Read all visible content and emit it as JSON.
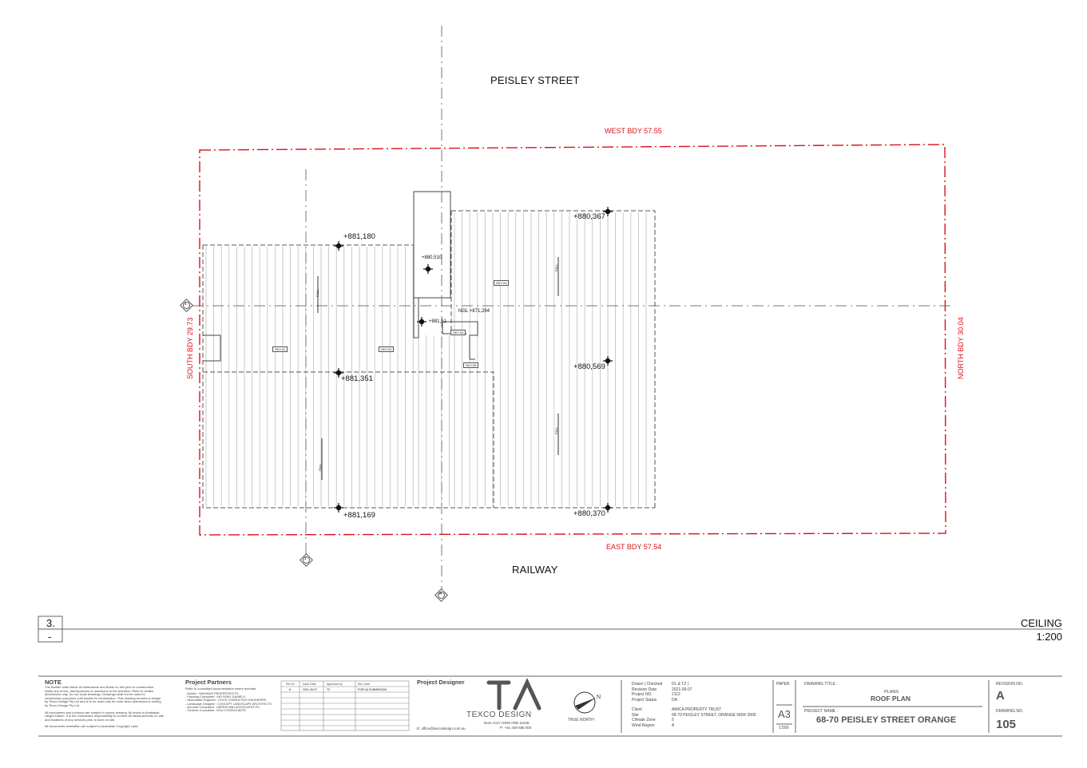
{
  "plan": {
    "street_north": "PEISLEY STREET",
    "street_south": "RAILWAY",
    "boundaries": {
      "west": "WEST BDY 57.55",
      "east": "EAST BDY 57.54",
      "south": "SOUTH BDY 29.73",
      "north": "NORTH BDY 30.04"
    },
    "levels": {
      "l1": "+881,180",
      "l2": "+880,367",
      "l3": "+880,510",
      "l4": "+881,351",
      "l5": "+880,569",
      "l6": "+881,169",
      "l7": "+880,370",
      "l8": "+881,51",
      "ngl": "NGL +871,294"
    },
    "grid_markers": {
      "g1": "1",
      "g2": "1",
      "g3": "A"
    },
    "fall_labels": {
      "f1": "FALL",
      "f2": "FALL",
      "f3": "FALL",
      "f4": "FALL"
    },
    "roof_tags": {
      "t1": "SKY-01",
      "t2": "SKY-02",
      "t3": "SKY-03",
      "t4": "SKY-04",
      "t5": "SKY-05"
    }
  },
  "view": {
    "number": "3.",
    "sub": "-",
    "title": "CEILING",
    "scale": "1:200"
  },
  "title_block": {
    "note_heading": "NOTE",
    "note_text_1": "The Builder shall check all dimensions and levels on site prior to construction.",
    "note_text_2": "Notify any errors, discrepancies or omissions to the architect. Refer to written",
    "note_text_3": "dimensions only. Do not scale drawings. Drawings shall not be used for",
    "note_text_4": "construction purposes until issued for construction. This drawing remains a design",
    "note_text_5": "by Texco Design Pty Ltd and is to be used only for work when authorised in writing",
    "note_text_6": "by Texco Design Pty Ltd.",
    "note_text_7": "All boundaries and contours are subject to survey drawing. All levels to Australian",
    "note_text_8": "Height Datum. It is the contractors responsibility to confirm all measurements on site",
    "note_text_9": "and locations of any services prior to work on site.",
    "note_text_10": "All documents herewithin are subject to Australian Copyright Laws",
    "partners_heading": "Project Partners",
    "partners_sub": "Refer to consultant documentation where directed",
    "partners": [
      "- Builder                         : MAXIMUS PROPERTIES P/L",
      "- Planning Consultant       : ANTHONY DANIELS",
      "- Stormwater Engineer      : LEVOI CONSULTING ENGINEERS",
      "- Landscape Designer       : CONCEPT LANDSCAPE ARCHITECTS",
      "- Acoustic Consultant       : HARRIS AND ASSOCIATES P/L",
      "- Geotech Consultant        : DGA CONSULTANTS"
    ],
    "rev_headers": {
      "rev": "Rev ID",
      "date": "Issue Date",
      "by": "Approved by",
      "note": "Rev. Note"
    },
    "rev_row": {
      "rev": "A",
      "date": "2021-06-07",
      "by": "TZ",
      "note": "FOR DA SUBMISSION"
    },
    "designer_heading": "Project Designer",
    "logo_mark": "TA",
    "logo_text": "TEXCO DESIGN",
    "logo_sub": "Nom Arch: NSW ARB 11048",
    "email": "E: office@texcodesign.com.au",
    "phone": "P: +61 449 686 000",
    "true_north": "TRUE NORTH",
    "north_letter": "N",
    "labels": {
      "drawn": "Drawn | Checked",
      "revdate": "Revision Date",
      "projno": "Project NO.",
      "status": "Project Status",
      "client": "Client",
      "site": "Site",
      "climate": "Climate Zone",
      "wind": "Wind Region"
    },
    "values": {
      "drawn": "DL & TZ |",
      "revdate": "2021-06-07",
      "projno": "2112",
      "status": "DA",
      "client": "AMICA PROPERTY TRUST",
      "site": "68-70 PEISLEY STREET, ORANGE NSW 2800",
      "climate": "5",
      "wind": "A"
    },
    "paper_label": "PAPER",
    "paper": "A3",
    "scale": "1:500",
    "drawing_title_label": "DRAWING TITLE :",
    "drawing_title_1": "PLANS",
    "drawing_title_2": "ROOF PLAN",
    "project_name_label": "PROJECT NAME :",
    "project_name": "68-70 PEISLEY STREET ORANGE",
    "revision_label": "REVISION NO.",
    "revision": "A",
    "drawing_no_label": "DRAWING NO.",
    "drawing_no": "105"
  },
  "colors": {
    "boundary": "#d8111b",
    "line": "#444444",
    "grid": "#777777"
  }
}
